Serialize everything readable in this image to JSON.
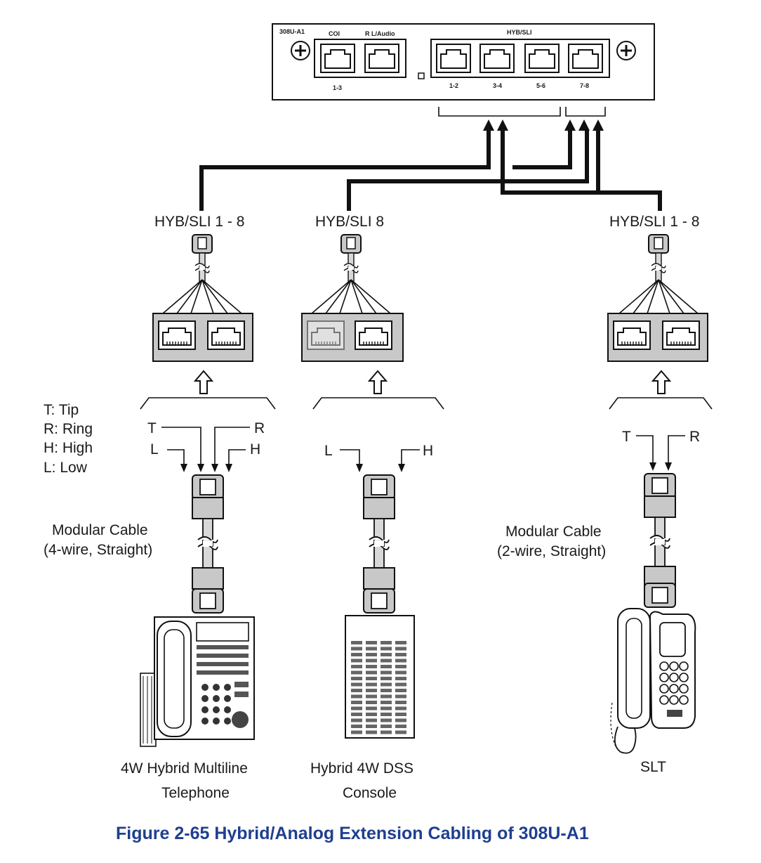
{
  "unit": {
    "model": "308U-A1",
    "coi_label": "COI",
    "rl_audio_label": "R L/Audio",
    "hyb_sli_label": "HYB/SLI",
    "port_13": "1-3",
    "ports": [
      "1-2",
      "3-4",
      "5-6",
      "7-8"
    ]
  },
  "branches": [
    {
      "label": "HYB/SLI 1 - 8"
    },
    {
      "label": "HYB/SLI 8"
    },
    {
      "label": "HYB/SLI 1 - 8"
    }
  ],
  "legend": [
    "T: Tip",
    "R: Ring",
    "H: High",
    "L: Low"
  ],
  "wires": {
    "t": "T",
    "r": "R",
    "l": "L",
    "h": "H"
  },
  "cables": {
    "four_wire": [
      "Modular Cable",
      "(4-wire, Straight)"
    ],
    "two_wire": [
      "Modular Cable",
      "(2-wire, Straight)"
    ]
  },
  "devices": {
    "multiline": [
      "4W Hybrid Multiline",
      "Telephone"
    ],
    "dss": [
      "Hybrid 4W DSS",
      "Console"
    ],
    "slt": [
      "SLT"
    ]
  },
  "caption": "Figure 2-65  Hybrid/Analog Extension Cabling of 308U-A1"
}
